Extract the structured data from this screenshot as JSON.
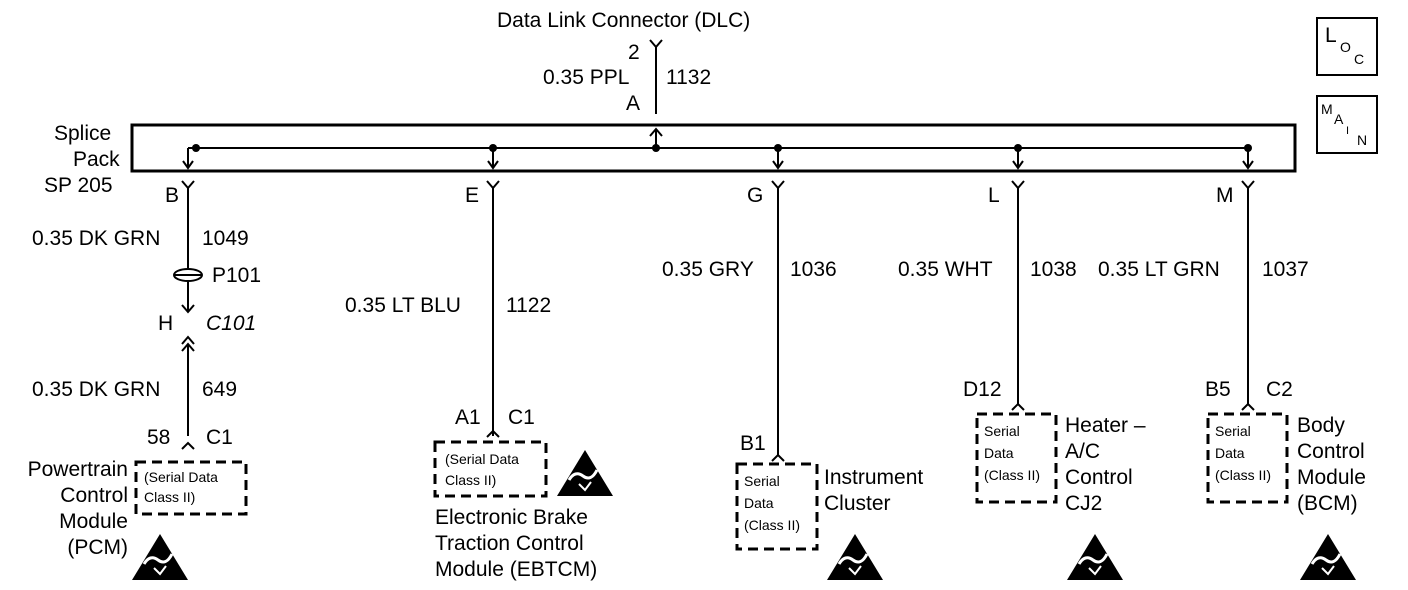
{
  "dlc": {
    "title": "Data Link Connector (DLC)",
    "pin_top": "2",
    "pin_bottom": "A",
    "wire": "0.35 PPL",
    "circuit": "1132"
  },
  "splice": {
    "line1": "Splice",
    "line2": "Pack",
    "line3": "SP 205"
  },
  "icons": {
    "loc": [
      "L",
      "O",
      "C"
    ],
    "main": [
      "M",
      "A",
      "I",
      "N"
    ]
  },
  "branches": {
    "b": {
      "pin": "B",
      "wire1": "0.35 DK GRN",
      "circuit1": "1049",
      "splice": "P101",
      "conn_pin": "H",
      "conn": "C101",
      "wire2": "0.35 DK GRN",
      "circuit2": "649",
      "term_pin": "58",
      "term_conn": "C1"
    },
    "e": {
      "pin": "E",
      "wire": "0.35 LT BLU",
      "circuit": "1122",
      "term_pin": "A1",
      "term_conn": "C1"
    },
    "g": {
      "pin": "G",
      "wire": "0.35 GRY",
      "circuit": "1036",
      "term_pin": "B1"
    },
    "l": {
      "pin": "L",
      "wire": "0.35 WHT",
      "circuit": "1038",
      "term_pin": "D12"
    },
    "m": {
      "pin": "M",
      "wire": "0.35 LT GRN",
      "circuit": "1037",
      "term_pin": "B5",
      "term_conn": "C2"
    }
  },
  "modules": {
    "pcm": {
      "name": [
        "Powertrain",
        "Control",
        "Module",
        "(PCM)"
      ],
      "box": [
        "(Serial Data",
        "Class II)"
      ]
    },
    "ebtcm": {
      "name": [
        "Electronic Brake",
        "Traction Control",
        "Module (EBTCM)"
      ],
      "box": [
        "(Serial Data",
        "Class II)"
      ]
    },
    "ic": {
      "name": [
        "Instrument",
        "Cluster"
      ],
      "box": [
        "Serial",
        "Data",
        "(Class II)"
      ]
    },
    "hvac": {
      "name": [
        "Heater –",
        "A/C",
        "Control",
        "CJ2"
      ],
      "box": [
        "Serial",
        "Data",
        "(Class II)"
      ]
    },
    "bcm": {
      "name": [
        "Body",
        "Control",
        "Module",
        "(BCM)"
      ],
      "box": [
        "Serial",
        "Data",
        "(Class II)"
      ]
    }
  }
}
